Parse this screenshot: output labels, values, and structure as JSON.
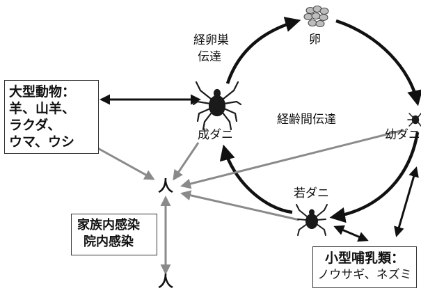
{
  "labels": {
    "egg": "卵",
    "transovarial_line1": "経卵巣",
    "transovarial_line2": "伝達",
    "transstadial": "経齢間伝達",
    "adult_tick": "成ダニ",
    "larva_tick": "幼ダニ",
    "nymph_tick": "若ダニ",
    "human_top": "人",
    "human_bottom": "人"
  },
  "large_animals": {
    "title": "大型動物：",
    "line2": "羊、山羊、",
    "line3": "ラクダ、",
    "line4": "ウマ、ウシ"
  },
  "infection_types": {
    "line1": "家族内感染",
    "line2": "院内感染"
  },
  "small_mammals": {
    "title": "小型哺乳類：",
    "line2": "ノウサギ、ネズミ"
  },
  "colors": {
    "cycle_arrow": "#111111",
    "transmission_arrow": "#8a8a8a",
    "tick_body": "#1a1a1a",
    "egg_fill": "#bdbdbd"
  }
}
